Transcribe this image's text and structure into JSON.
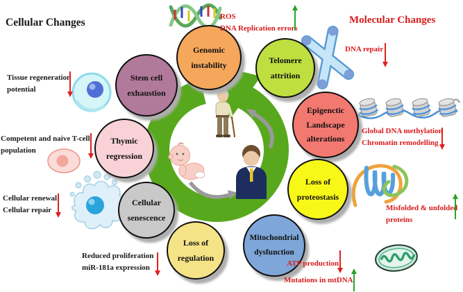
{
  "titles": {
    "cellular": "Cellular Changes",
    "molecular": "Molecular Changes"
  },
  "hallmarks": {
    "genomic_instability": {
      "lines": [
        "Genomic",
        "instability"
      ],
      "color": "#f5a75c"
    },
    "telomere_attrition": {
      "lines": [
        "Telomere",
        "attrition"
      ],
      "color": "#bfdf40"
    },
    "epigenetic_alterations": {
      "lines": [
        "Epigenctic",
        "Landscape",
        "alterations"
      ],
      "color": "#f27970"
    },
    "loss_proteostasis": {
      "lines": [
        "Loss of",
        "proteostasis"
      ],
      "color": "#f8f818"
    },
    "mitochondrial_dysfunction": {
      "lines": [
        "Mitochondrial",
        "dysfunction"
      ],
      "color": "#7ea6d8"
    },
    "loss_regulation": {
      "lines": [
        "Loss of",
        "regulation"
      ],
      "color": "#f5e387"
    },
    "cellular_senescence": {
      "lines": [
        "Cellular",
        "senescence"
      ],
      "color": "#c9c9c9"
    },
    "thymic_regression": {
      "lines": [
        "Thymic",
        "regression"
      ],
      "color": "#f8d2d6"
    },
    "stem_cell_exhaustion": {
      "lines": [
        "Stem cell",
        "exhaustion"
      ],
      "color": "#b1799a"
    }
  },
  "annotations": {
    "tissue_regeneration": {
      "lines": [
        "Tissue regeneration",
        "potential"
      ],
      "trend": "decrease"
    },
    "t_cell_population": {
      "lines": [
        "Competent and naive T-cell",
        "population"
      ],
      "trend": "decrease"
    },
    "cellular_renewal": {
      "lines": [
        "Cellular renewal",
        "Cellular repair"
      ],
      "trend": "decrease"
    },
    "reduced_proliferation": {
      "lines": [
        "Reduced proliferation",
        "miR-181a expression"
      ],
      "trend": "decrease"
    },
    "ros": {
      "lines": [
        "ROS",
        "DNA Replication errors"
      ],
      "trend": "increase"
    },
    "dna_repair": {
      "lines": [
        "DNA repair"
      ],
      "trend": "decrease"
    },
    "dna_methylation": {
      "lines": [
        "Global DNA methylation",
        "Chromatin remodelling"
      ],
      "trend": "decrease"
    },
    "misfolded_proteins": {
      "lines": [
        "Misfolded & unfolded",
        "proteins"
      ],
      "trend": "increase"
    },
    "atp_production": {
      "lines": [
        "ATP production"
      ],
      "trend": "decrease"
    },
    "mtdna_mutations": {
      "lines": [
        "Mutations in mtDNA"
      ],
      "trend": "increase"
    }
  },
  "colors": {
    "black_text": "#1a1a1a",
    "red_text": "#d81b1b",
    "red_arrow": "#e02020",
    "green_arrow": "#27a327",
    "cycle_ring": "#58a81d",
    "inner_arrow": "#9a9a9a"
  },
  "icons": {
    "dna_helix": "double-helix",
    "chromosome": "x-chromosome",
    "nucleosomes": "chromatin-nucleosome-chain",
    "protein": "misfolded-protein-tangle",
    "mitochondrion": "mitochondrion",
    "stem_cell": "stem-cell",
    "t_cell": "t-cell",
    "senescent_cell": "senescent-cell",
    "cycle": "green-circular-arrow",
    "life_stages": [
      "baby",
      "adult-man",
      "elderly-man"
    ]
  }
}
